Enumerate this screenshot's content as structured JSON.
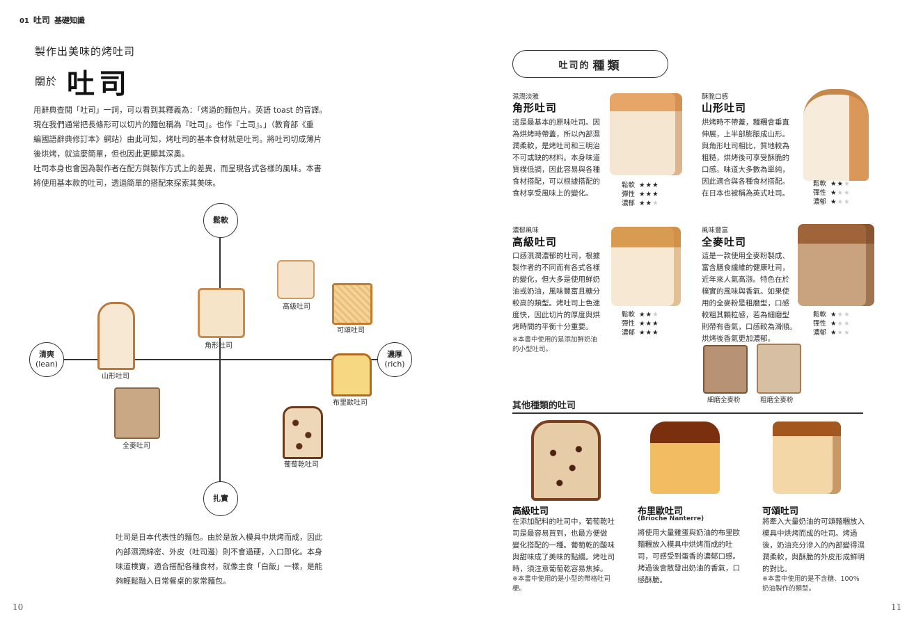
{
  "chapter": {
    "number": "01",
    "title": "吐司",
    "subtitle": "基礎知識"
  },
  "left": {
    "subtitle": "製作出美味的烤吐司",
    "about": "關於",
    "title": "吐司",
    "intro": [
      "用辭典查閱「吐司」一詞，可以看到其釋義為：「烤過的麵包片。英語 toast 的音譯。",
      "現在我們通常把長條形可以切片的麵包稱為『吐司』。也作『土司』。」（教育部《重",
      "編國語辭典修訂本》網站）由此可知，烤吐司的基本食材就是吐司。將吐司切成薄片",
      "後烘烤，就這麼簡單，但也因此更顯其深奧。",
      "吐司本身也會因為製作者在配方與製作方式上的差異，而呈現各式各樣的風味。本書",
      "將使用基本款的吐司，透過簡單的搭配來探索其美味。"
    ],
    "chart": {
      "top": "鬆軟",
      "bottom": "扎實",
      "left_line1": "清爽",
      "left_line2": "(lean)",
      "right_line1": "濃厚",
      "right_line2": "(rich)",
      "items": {
        "kakugata": "角形吐司",
        "yamagata": "山形吐司",
        "koukyuu": "高級吐司",
        "kurowassan": "可頌吐司",
        "brioche": "布里歐吐司",
        "zenryuu": "全麥吐司",
        "raisin": "葡萄乾吐司"
      }
    },
    "bottom_text": [
      "吐司是日本代表性的麵包。由於是放入模具中烘烤而成，因此",
      "內部濕潤綿密、外皮（吐司邊）則不會過硬，入口即化。本身",
      "味道樸實，適合搭配各種食材，就像主食「白飯」一樣，是能",
      "夠輕鬆融入日常餐桌的家常麵包。"
    ],
    "page_number": "10"
  },
  "right": {
    "types_title_small": "吐司的",
    "types_title_big": "種類",
    "rating_labels": [
      "鬆軟",
      "彈性",
      "濃郁"
    ],
    "breads": [
      {
        "category": "濕潤淡雅",
        "name": "角形吐司",
        "desc": [
          "這是最基本的原味吐司。因",
          "為烘烤時帶蓋，所以內部濕",
          "潤柔軟，是烤吐司和三明治",
          "不可或缺的材料。本身味道",
          "質樸低調，因此容易與各種",
          "食材搭配，可以根據搭配的",
          "食材享受風味上的變化。"
        ],
        "ratings": [
          3,
          3,
          2
        ]
      },
      {
        "category": "酥脆口感",
        "name": "山形吐司",
        "desc": [
          "烘烤時不帶蓋，麵糰會垂直",
          "伸展，上半部膨脹成山形。",
          "與角形吐司相比，質地較為",
          "粗糙，烘烤後可享受酥脆的",
          "口感。味道大多數為單純，",
          "因此適合與各種食材搭配。",
          "在日本也被稱為英式吐司。"
        ],
        "ratings": [
          2,
          1,
          1
        ]
      },
      {
        "category": "濃郁風味",
        "name": "高級吐司",
        "desc": [
          "口感濕潤濃郁的吐司，根據",
          "製作者的不同而有各式各樣",
          "的變化，但大多是使用鮮奶",
          "油或奶油，風味豐富且糖分",
          "較高的類型。烤吐司上色速",
          "度快，因此切片的厚度與烘",
          "烤時間的平衡十分重要。"
        ],
        "note": [
          "※本書中使用的是添加鮮奶油",
          "的小型吐司。"
        ],
        "ratings": [
          2,
          3,
          3
        ]
      },
      {
        "category": "風味豐富",
        "name": "全麥吐司",
        "desc": [
          "這是一款使用全麥粉製成、",
          "富含膳食纖維的健康吐司，",
          "近年來人氣高漲。特色在於",
          "樸實的風味與香氣。如果使",
          "用的全麥粉是粗磨型，口感",
          "較粗其顆粒感，若為細磨型",
          "則帶有香氣，口感較為滑順。",
          "烘烤後香氣更加濃郁。"
        ],
        "ratings": [
          1,
          1,
          1
        ],
        "variants": [
          "細磨全麥粉",
          "粗磨全麥粉"
        ]
      }
    ],
    "other_title": "其他種類的吐司",
    "others": [
      {
        "name": "高級吐司",
        "sub": "",
        "desc": [
          "在添加配料的吐司中，葡萄乾吐",
          "司是最容易買到，也最方便做",
          "變化搭配的一種。葡萄乾的酸味",
          "與甜味成了美味的點綴。烤吐司",
          "時，須注意葡萄乾容易焦掉。"
        ],
        "note": [
          "※本書中使用的是小型的帶格吐司",
          "梗。"
        ]
      },
      {
        "name": "布里歐吐司",
        "sub": "(Brioche Nanterre)",
        "desc": [
          "將使用大量雞蛋與奶油的布里歐",
          "麵糰放入模具中烘烤而成的吐",
          "司，可感受到蛋香的濃郁口感。",
          "烤過後會散發出奶油的香氣，口",
          "感酥脆。"
        ],
        "note": []
      },
      {
        "name": "可頌吐司",
        "sub": "",
        "desc": [
          "將牽入大量奶油的可頌麵糰放入",
          "模具中烘烤而成的吐司。烤過",
          "後，奶油充分滲入的內部變得濕",
          "潤柔軟，與酥脆的外皮形成鮮明",
          "的對比。"
        ],
        "note": [
          "※本書中使用的是不含糖、100%",
          "奶油製作的類型。"
        ]
      }
    ],
    "page_number": "11"
  }
}
